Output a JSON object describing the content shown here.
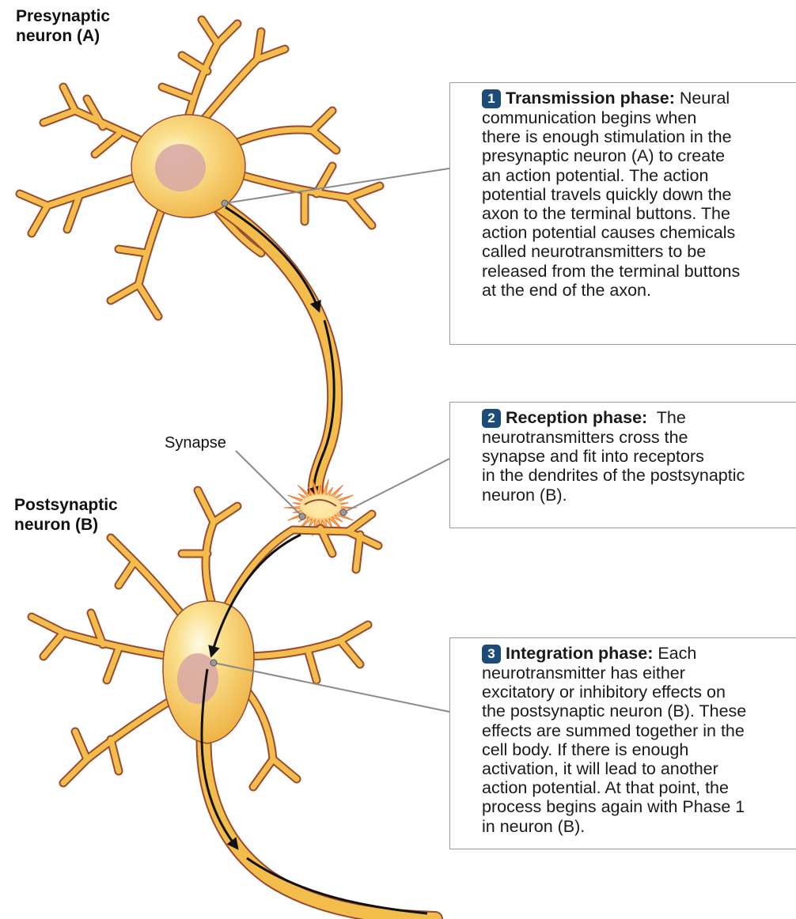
{
  "labels": {
    "presynaptic_line1": "Presynaptic",
    "presynaptic_line2": "neuron (A)",
    "postsynaptic_line1": "Postsynaptic",
    "postsynaptic_line2": "neuron (B)",
    "synapse": "Synapse"
  },
  "phases": [
    {
      "number": "1",
      "heading": "Transmission phase:",
      "lines": [
        " Neural",
        "communication begins when",
        "there is enough stimulation in the",
        "presynaptic neuron (A) to create",
        "an action potential. The action",
        "potential travels quickly down the",
        "axon to the terminal buttons. The",
        "action potential causes chemicals",
        "called neurotransmitters to be",
        "released from the terminal buttons",
        "at the end of the axon."
      ]
    },
    {
      "number": "2",
      "heading": "Reception phase:",
      "lines": [
        "  The",
        "neurotransmitters cross the",
        "synapse and fit into receptors",
        "in the dendrites of the postsynaptic",
        "neuron (B)."
      ]
    },
    {
      "number": "3",
      "heading": "Integration phase:",
      "lines": [
        " Each",
        "neurotransmitter has either",
        "excitatory or inhibitory effects on",
        "the postsynaptic neuron (B). These",
        "effects are summed together in the",
        "cell body. If there is enough",
        "activation, it will lead to another",
        "action potential. At that point, the",
        "process begins again with Phase 1",
        "in neuron (B)."
      ]
    }
  ],
  "colors": {
    "neuron_fill": "#f2bd4b",
    "neuron_outline": "#9a4a30",
    "nucleus": "#d9aaa4",
    "badge": "#1e4c78",
    "leader_line": "#8a8a8a",
    "synapse_burst": "#f0823a"
  }
}
